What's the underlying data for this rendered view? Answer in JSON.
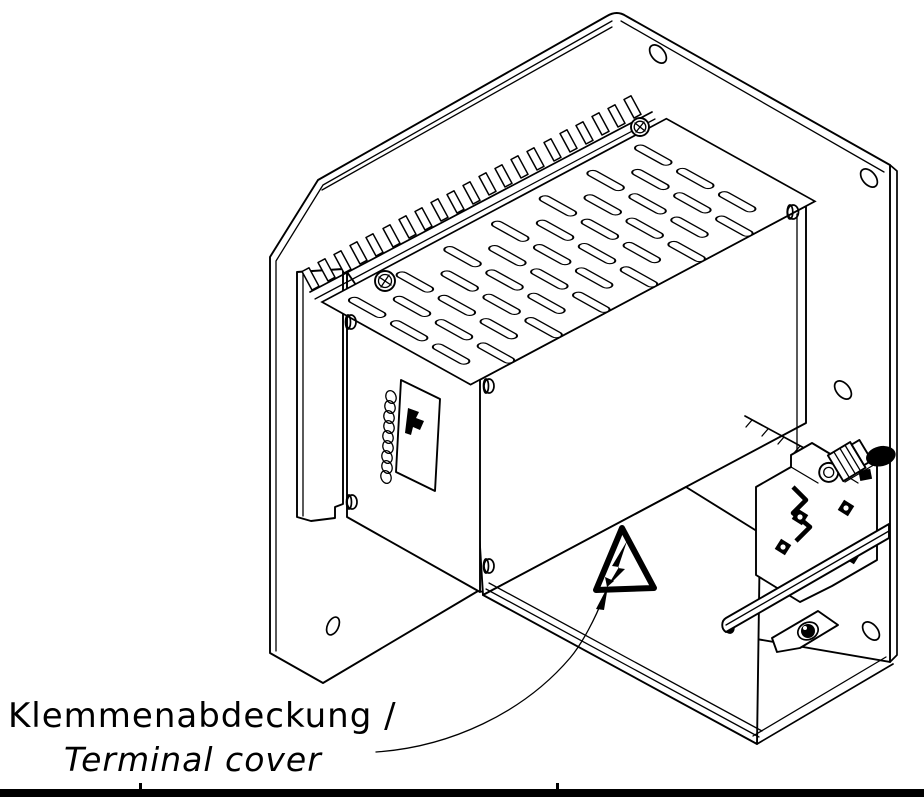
{
  "caption": {
    "line1": "Klemmenabdeckung /",
    "line2": "Terminal cover"
  },
  "colors": {
    "line": "#000000",
    "background": "#ffffff"
  },
  "icons": {
    "warning_icon": "high-voltage-warning-triangle"
  }
}
